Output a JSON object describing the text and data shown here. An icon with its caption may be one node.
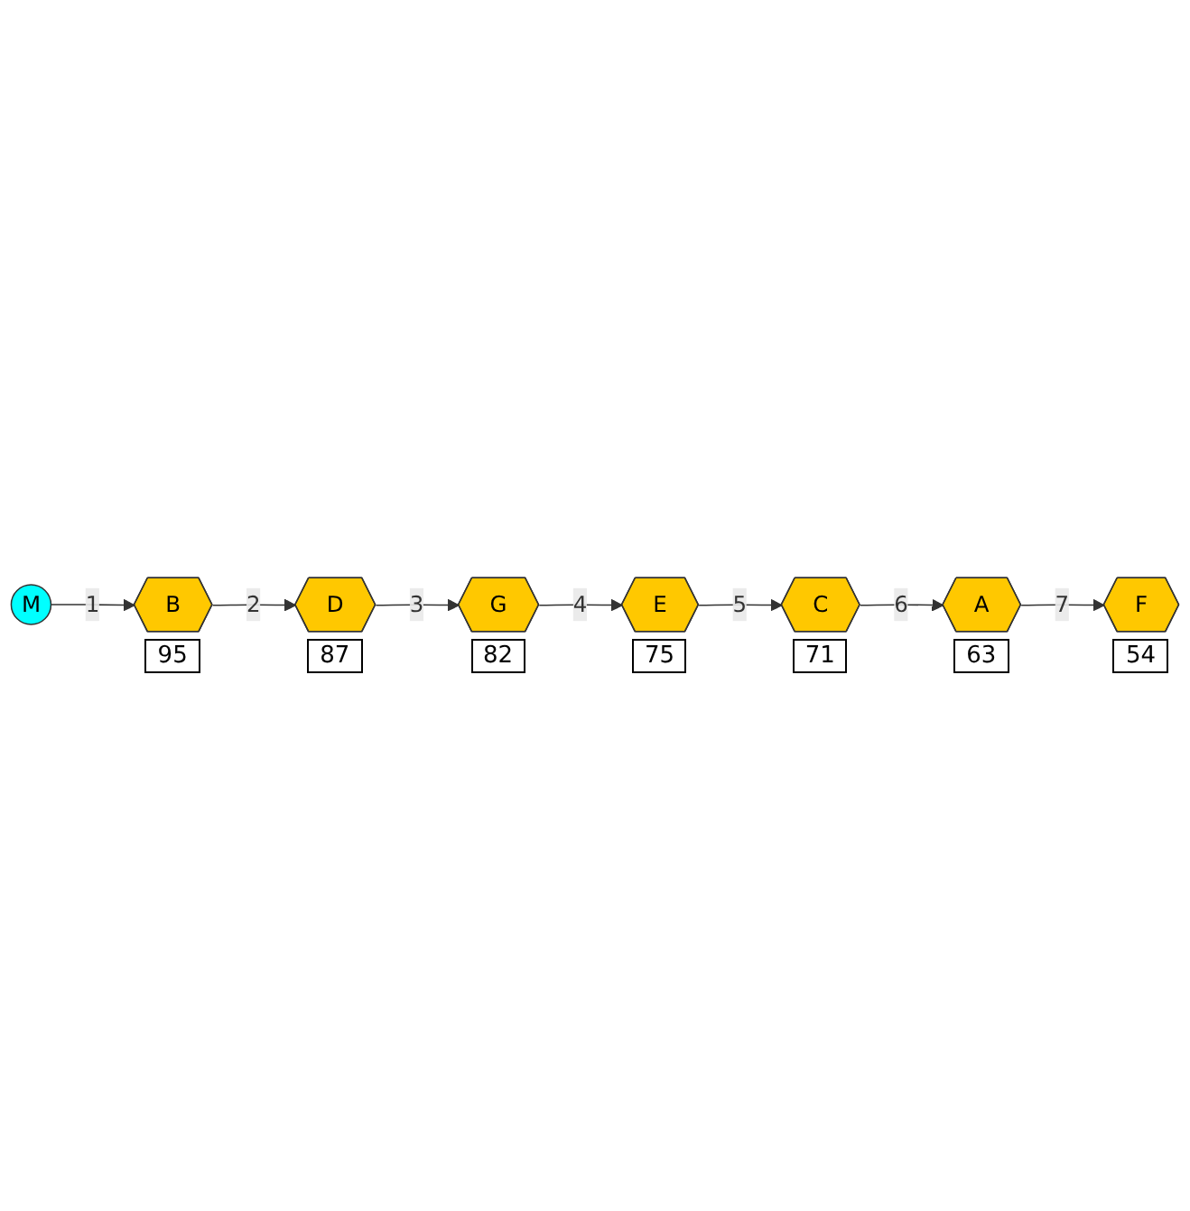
{
  "diagram": {
    "nodes": [
      {
        "text": [
          "F"
        ],
        "beside": [
          "54"
        ]
      },
      {
        "text": [
          "E"
        ],
        "beside": [
          "75"
        ]
      },
      {
        "text": [
          "A"
        ],
        "beside": [
          "63"
        ]
      },
      {
        "text": [
          "D"
        ],
        "beside": [
          "87"
        ]
      },
      {
        "text": [
          "C"
        ],
        "beside": [
          "71"
        ]
      },
      {
        "text": [
          "G"
        ],
        "beside": [
          "82"
        ]
      },
      {
        "text": [
          "M"
        ]
      },
      {
        "text": [
          "B"
        ],
        "beside": [
          "95"
        ]
      }
    ],
    "edges": [
      {
        "from": 6,
        "to": 7,
        "arrow": "to",
        "label": "1"
      },
      {
        "from": 7,
        "to": 3,
        "arrow": "to",
        "label": "2"
      },
      {
        "from": 3,
        "to": 5,
        "arrow": "to",
        "label": "3"
      },
      {
        "from": 5,
        "to": 1,
        "arrow": "to",
        "label": "4"
      },
      {
        "from": 1,
        "to": 4,
        "arrow": "to",
        "label": "5"
      },
      {
        "from": 4,
        "to": 2,
        "arrow": "to",
        "label": "6"
      },
      {
        "from": 2,
        "to": 0,
        "arrow": "to",
        "label": "7"
      }
    ]
  }
}
